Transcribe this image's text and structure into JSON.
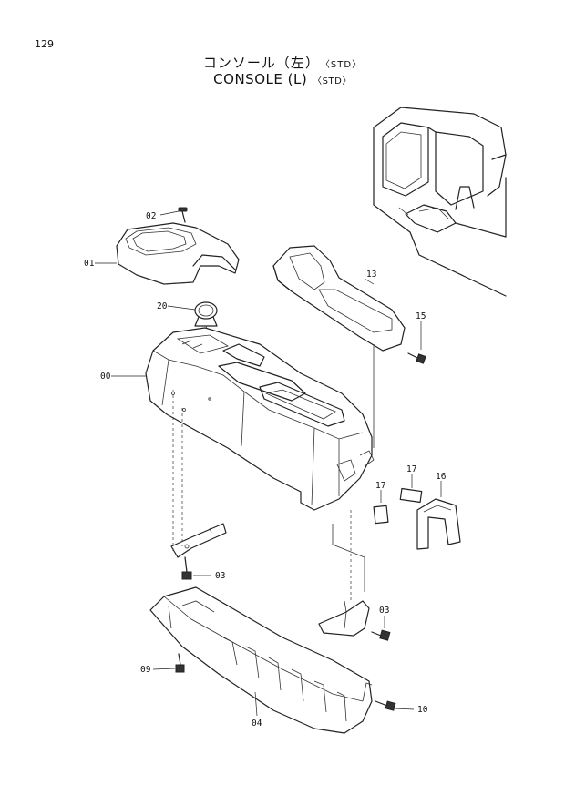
{
  "page_number": "129",
  "title_jp": "コンソール（左）",
  "title_en": "CONSOLE (L)",
  "title_tag": "〈STD〉",
  "part_labels": {
    "p00": "00",
    "p01": "01",
    "p02": "02",
    "p03a": "03",
    "p03b": "03",
    "p04": "04",
    "p09": "09",
    "p10": "10",
    "p13": "13",
    "p15": "15",
    "p16": "16",
    "p17a": "17",
    "p17b": "17",
    "p20": "20"
  }
}
